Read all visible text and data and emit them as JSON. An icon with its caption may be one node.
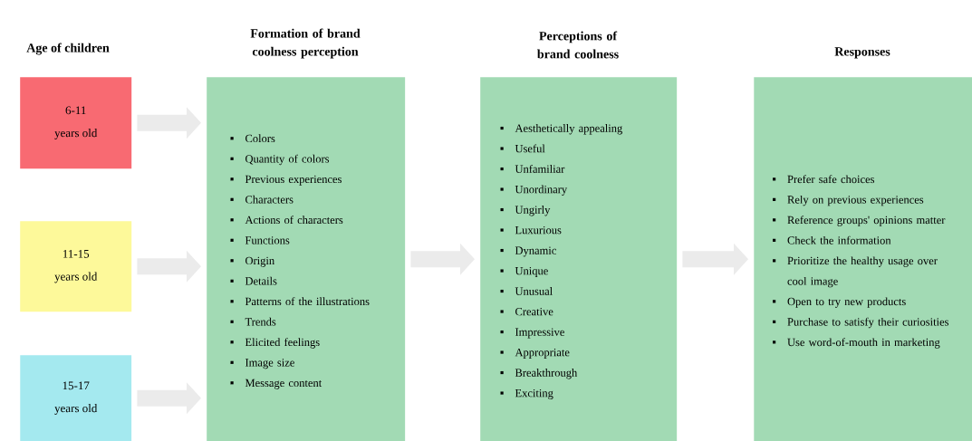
{
  "diagram": {
    "nodes": [
      {
        "text": [
          "6-11",
          "years old"
        ]
      },
      {
        "text": [
          "11-15",
          "years old"
        ]
      },
      {
        "text": [
          "15-17",
          "years old"
        ]
      },
      {
        "text": [
          "Formation of brand coolness perception",
          "Colors",
          "Quantity of colors",
          "Previous experiences",
          "Characters",
          "Actions of characters",
          "Functions",
          "Origin",
          "Details",
          "Patterns of the illustrations",
          "Trends",
          "Elicited feelings",
          "Image size",
          "Message content"
        ]
      },
      {
        "text": [
          "Perceptions of brand coolness",
          "Aesthetically appealing",
          "Useful",
          "Unfamiliar",
          "Unordinary",
          "Ungirly",
          "Luxurious",
          "Dynamic",
          "Unique",
          "Unusual",
          "Creative",
          "Impressive",
          "Appropriate",
          "Breakthrough",
          "Exciting"
        ]
      },
      {
        "text": [
          "Responses",
          "Prefer safe choices",
          "Rely on previous experiences",
          "Reference groups' opinions matter",
          "Check the information",
          "Prioritize the healthy usage over cool image",
          "Open to try new products",
          "Purchase to satisfy their curiosities",
          "Use word-of-mouth in marketing"
        ]
      }
    ],
    "edges": [
      {
        "from": 0,
        "to": 3,
        "arrow": "to"
      },
      {
        "from": 1,
        "to": 3,
        "arrow": "to"
      },
      {
        "from": 2,
        "to": 3,
        "arrow": "to"
      },
      {
        "from": 3,
        "to": 4,
        "arrow": "to"
      },
      {
        "from": 4,
        "to": 5,
        "arrow": "to"
      }
    ],
    "labels": [
      "Age of children"
    ]
  }
}
